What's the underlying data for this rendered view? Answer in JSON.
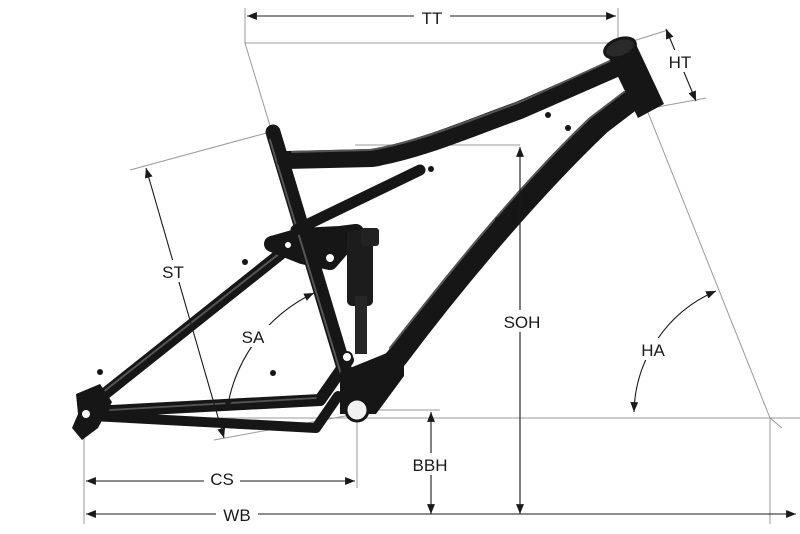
{
  "labels": {
    "tt": "TT",
    "ht": "HT",
    "st": "ST",
    "sa": "SA",
    "soh": "SOH",
    "ha": "HA",
    "cs": "CS",
    "bbh": "BBH",
    "wb": "WB"
  },
  "colors": {
    "frame": "#161616",
    "highlight": "#555555",
    "dimension": "#1a1a1a",
    "guide": "#9a9a9a",
    "background": "#ffffff"
  }
}
